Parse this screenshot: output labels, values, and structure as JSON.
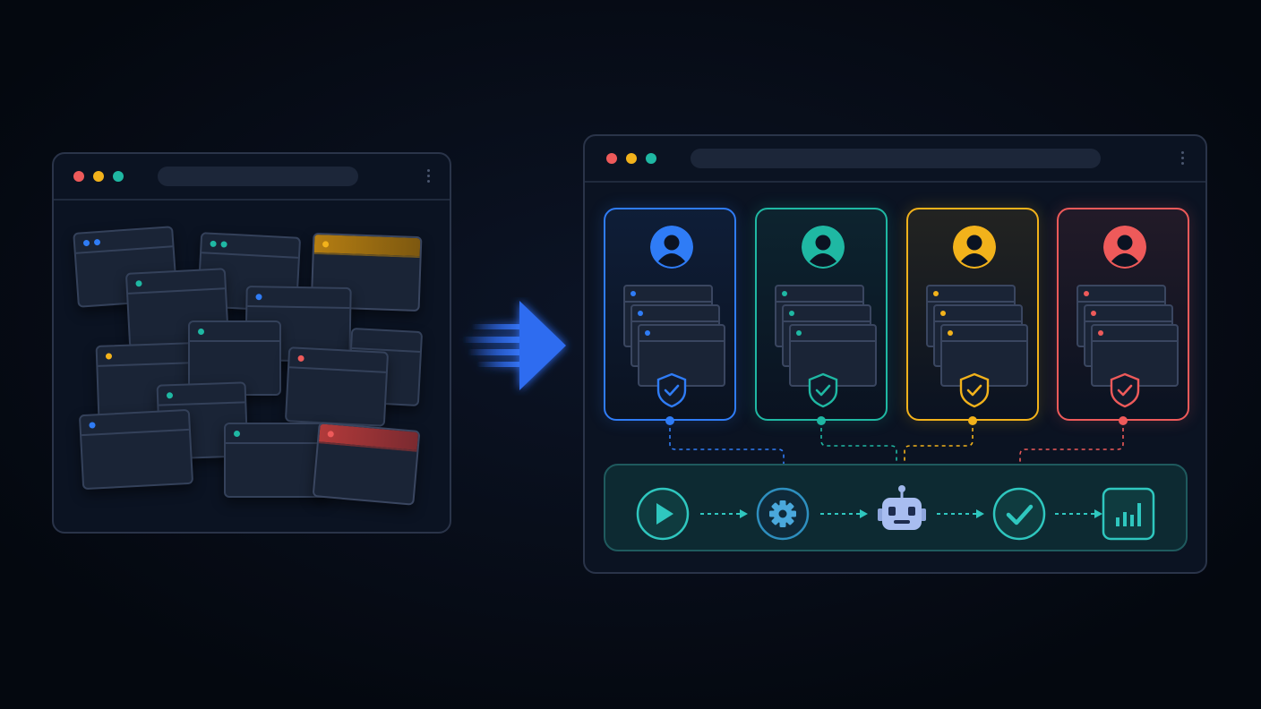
{
  "colors": {
    "background": "#050a16",
    "blue": "#2f7cf6",
    "teal": "#1fb8a3",
    "yellow": "#f2b21b",
    "red": "#ee5a5a",
    "arrow": "#2f6cf0",
    "pipeline_accent": "#2fc7bf"
  },
  "left_panel": {
    "icon": "browser-window-icon",
    "content": "scattered-windows"
  },
  "transform_arrow": {
    "icon": "right-arrow-icon"
  },
  "right_panel": {
    "icon": "browser-window-icon",
    "columns": [
      {
        "color": "blue",
        "icon": "user-avatar-icon",
        "badge": "shield-check-icon"
      },
      {
        "color": "teal",
        "icon": "user-avatar-icon",
        "badge": "shield-check-icon"
      },
      {
        "color": "yellow",
        "icon": "user-avatar-icon",
        "badge": "shield-check-icon"
      },
      {
        "color": "red",
        "icon": "user-avatar-icon",
        "badge": "shield-check-icon"
      }
    ],
    "pipeline": [
      {
        "icon": "play-icon"
      },
      {
        "icon": "gear-icon"
      },
      {
        "icon": "robot-icon"
      },
      {
        "icon": "check-icon"
      },
      {
        "icon": "bar-chart-icon"
      }
    ]
  }
}
